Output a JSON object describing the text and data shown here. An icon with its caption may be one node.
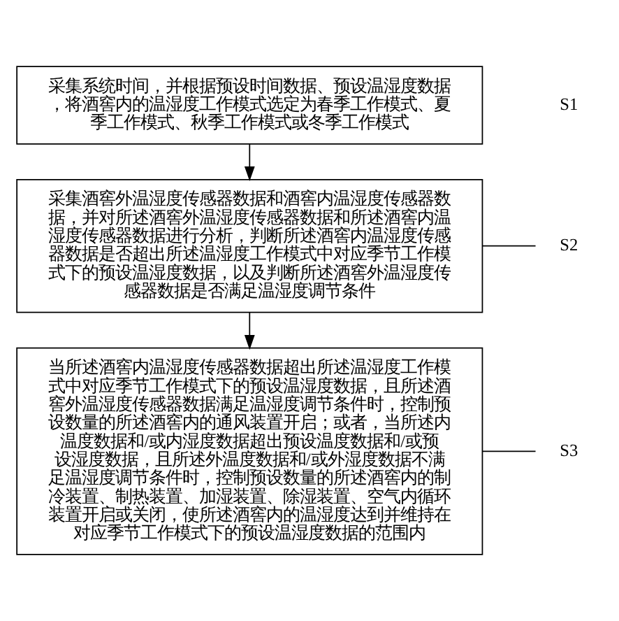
{
  "diagram": {
    "nodes": [
      {
        "text": [
          "采集系统时间，并根据预设时间数据、预设温湿度数据，将酒窖内的温湿度工作模式选定为春季工作模式、夏季工作模式、秋季工作模式或冬季工作模式"
        ]
      },
      {
        "text": [
          "采集酒窖外温湿度传感器数据和酒窖内温湿度传感器数据，并对所述酒窖外温湿度传感器数据和所述酒窖内温湿度传感器数据进行分析，判断所述酒窖内温湿度传感器数据是否超出所述温湿度工作模式中对应季节工作模式下的预设温湿度数据，以及判断所述酒窖外温湿度传感器数据是否满足温湿度调节条件"
        ]
      },
      {
        "text": [
          "当所述酒窖内温湿度传感器数据超出所述温湿度工作模式中对应季节工作模式下的预设温湿度数据，且所述酒窖外温湿度传感器数据满足温湿度调节条件时，控制预设数量的所述酒窖内的通风装置开启；或者，当所述内温度数据和/或内湿度数据超出预设温度数据和/或预设湿度数据，且所述外温度数据和/或外湿度数据不满足温湿度调节条件时，控制预设数量的所述酒窖内的制冷装置、制热装置、加湿装置、除湿装置、空气内循环装置开启或关闭，使所述酒窖内的温湿度达到并维持在对应季节工作模式下的预设温湿度数据的范围内"
        ]
      },
      {
        "text": [
          "S2"
        ]
      },
      {
        "text": [
          "S3"
        ]
      }
    ],
    "edges": [
      {
        "from": 0,
        "to": 1,
        "arrow": "to"
      },
      {
        "from": 1,
        "to": 2,
        "arrow": "to"
      },
      {
        "from": 3,
        "to": 1,
        "arrow": "none"
      },
      {
        "from": 4,
        "to": 2,
        "arrow": "none"
      }
    ],
    "labels": [
      "S1"
    ]
  }
}
